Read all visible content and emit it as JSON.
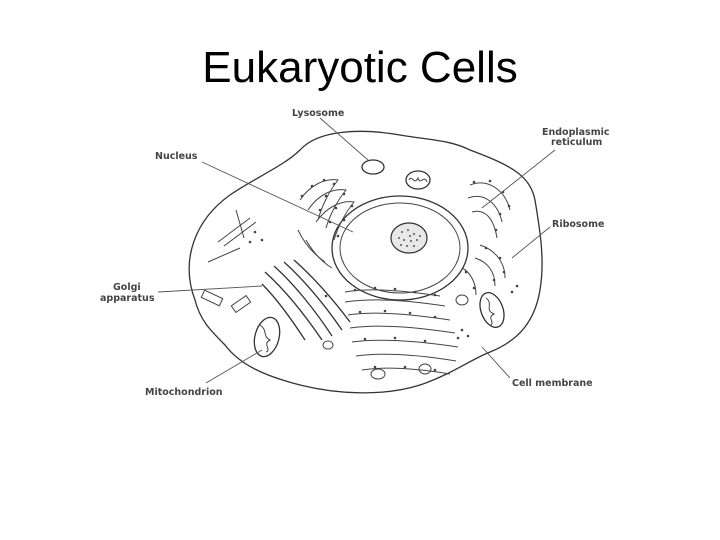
{
  "slide": {
    "title": "Eukaryotic Cells"
  },
  "labels": {
    "lysosome": "Lysosome",
    "nucleus": "Nucleus",
    "er_line1": "Endoplasmic",
    "er_line2": "reticulum",
    "ribosome": "Ribosome",
    "golgi_line1": "Golgi",
    "golgi_line2": "apparatus",
    "mitochondrion": "Mitochondrion",
    "cell_membrane": "Cell membrane"
  }
}
